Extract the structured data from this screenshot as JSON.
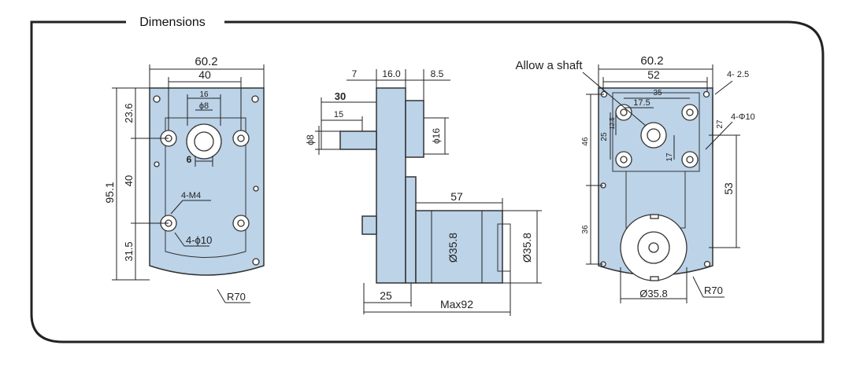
{
  "title": "Dimensions",
  "front_view": {
    "width_overall": "60.2",
    "width_holes": "40",
    "shaft_spacing": "16",
    "shaft_dia": "ϕ8",
    "shaft_flat": "6",
    "height_top": "23.6",
    "height_mid": "40",
    "height_bottom": "31.5",
    "height_total": "95.1",
    "thread_label": "4-M4",
    "hole_label": "4-ϕ10",
    "radius_label": "R70"
  },
  "side_view": {
    "dim_7": "7",
    "dim_16": "16.0",
    "dim_8_5": "8.5",
    "dim_30": "30",
    "dim_15": "15",
    "shaft_dia": "ϕ8",
    "boss_dia": "ϕ16",
    "motor_length": "57",
    "motor_dia_inner": "Ø35.8",
    "motor_dia_outer": "Ø35.8",
    "base_len": "25",
    "max_len": "Max92"
  },
  "back_view": {
    "allow_shaft": "Allow a shaft",
    "width_overall": "60.2",
    "width_holes": "52",
    "corner_hole": "4-  2.5",
    "bolt_spacing": "35",
    "shaft_offset": "17.5",
    "small_offset": "12.5",
    "dim_25": "25",
    "dim_46": "46",
    "dim_27": "27",
    "hole_label": "4-Φ10",
    "dim_17": "17",
    "dim_53": "53",
    "dim_36": "36",
    "motor_dia": "Ø35.8",
    "radius_label": "R70"
  }
}
